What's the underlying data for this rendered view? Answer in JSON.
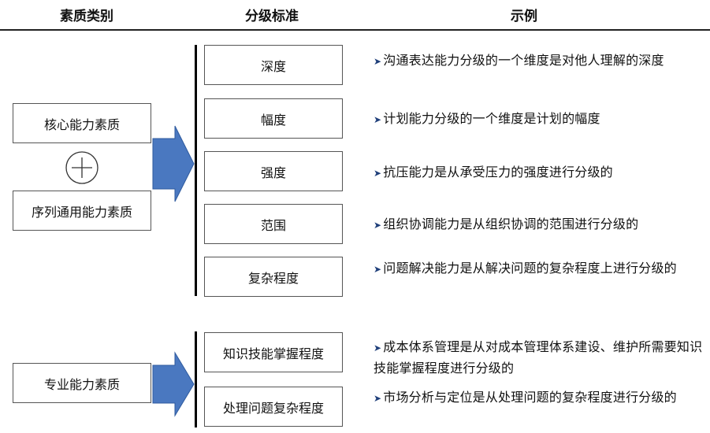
{
  "headers": {
    "category": "素质类别",
    "standard": "分级标准",
    "example": "示例"
  },
  "categories": {
    "core": "核心能力素质",
    "plus_symbol": "plus-icon",
    "sequence": "序列通用能力素质",
    "professional": "专业能力素质"
  },
  "standards_general": [
    "深度",
    "幅度",
    "强度",
    "范围",
    "复杂程度"
  ],
  "standards_professional": [
    "知识技能掌握程度",
    "处理问题复杂程度"
  ],
  "examples_general": [
    "沟通表达能力分级的一个维度是对他人理解的深度",
    "计划能力分级的一个维度是计划的幅度",
    "抗压能力是从承受压力的强度进行分级的",
    "组织协调能力是从组织协调的范围进行分级的",
    "问题解决能力是从解决问题的复杂程度上进行分级的"
  ],
  "examples_professional": [
    "成本体系管理是从对成本管理体系建设、维护所需要知识技能掌握程度进行分级的",
    "市场分析与定位是从处理问题的复杂程度进行分级的"
  ],
  "colors": {
    "arrow": "#4a78c0",
    "arrow_stroke": "#2e5a9e",
    "bullet": "#1f3f7a"
  }
}
